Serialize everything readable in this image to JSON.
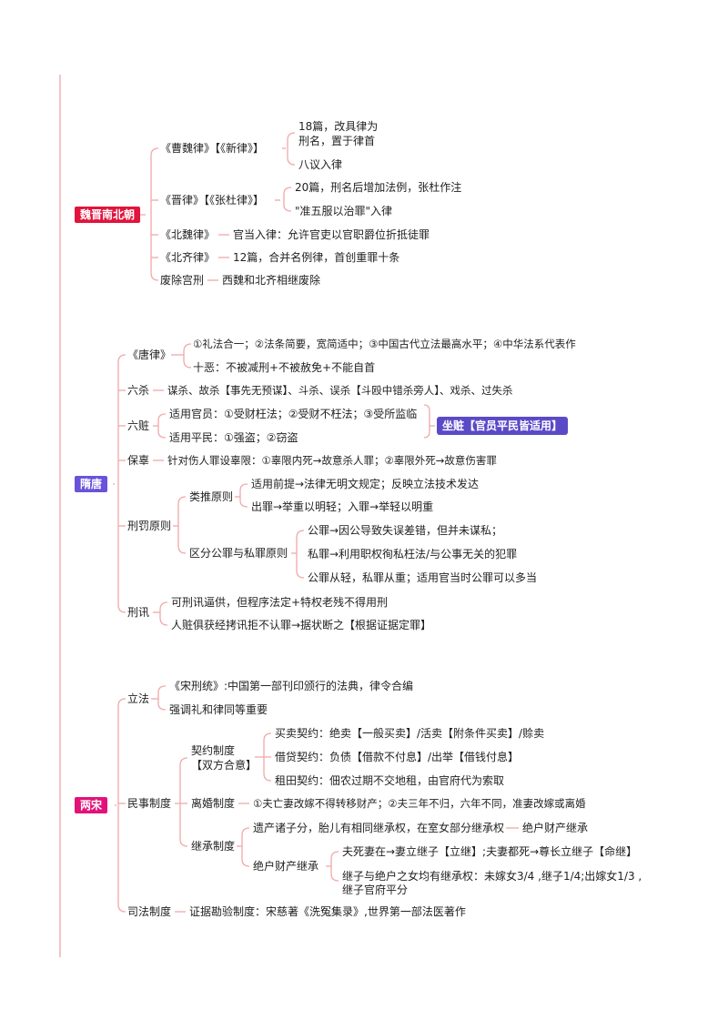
{
  "eras": [
    {
      "label": "魏晋南北朝",
      "color": "#e0143c"
    },
    {
      "label": "隋唐",
      "color": "#6a52d9"
    },
    {
      "label": "两宋",
      "color": "#e2127a"
    }
  ],
  "wj": {
    "caowei": "《曹魏律》【《新律》】",
    "caowei_1a": "18篇，改具律为",
    "caowei_1b": "刑名，置于律首",
    "caowei_2": "八议入律",
    "jin": "《晋律》【《张杜律》】",
    "jin_1": "20篇，刑名后增加法例，张杜作注",
    "jin_2": "\"准五服以治罪\"入律",
    "beiwei": "《北魏律》",
    "beiwei_1": "官当入律：允许官吏以官职爵位折抵徒罪",
    "beiqi": "《北齐律》",
    "beiqi_1": "12篇，合并名例律，首创重罪十条",
    "gongxing": "废除宫刑",
    "gongxing_1": "西魏和北齐相继废除"
  },
  "st": {
    "tanglv": "《唐律》",
    "tanglv_1": "①礼法合一；②法条简要，宽简适中；③中国古代立法最高水平；④中华法系代表作",
    "tanglv_2": "十恶：不被减刑+不被赦免+不能自首",
    "liusha": "六杀",
    "liusha_1": "谋杀、故杀【事先无预谋】、斗杀、误杀【斗殴中错杀旁人】、戏杀、过失杀",
    "liuzang": "六赃",
    "liuzang_1": "适用官员：①受财枉法；②受财不枉法；③受所监临",
    "liuzang_2": "适用平民：①强盗；②窃盗",
    "zuozang": "坐赃【官员平民皆适用】",
    "baogu": "保辜",
    "baogu_1": "针对伤人罪设辜限：①辜限内死→故意杀人罪；②辜限外死→故意伤害罪",
    "xingfa": "刑罚原则",
    "leitui": "类推原则",
    "leitui_1": "适用前提→法律无明文规定；反映立法技术发达",
    "leitui_2": "出罪→举重以明轻；入罪→举轻以明重",
    "qufen": "区分公罪与私罪原则",
    "qufen_1": "公罪→因公导致失误差错，但并未谋私；",
    "qufen_2": "私罪→利用职权徇私枉法/与公事无关的犯罪",
    "qufen_3": "公罪从轻，私罪从重；适用官当时公罪可以多当",
    "xingxun": "刑讯",
    "xingxun_1": "可刑讯逼供，但程序法定+特权老残不得用刑",
    "xingxun_2": "人赃俱获经拷讯拒不认罪→据状断之【根据证据定罪】"
  },
  "ls": {
    "lifa": "立法",
    "lifa_1": "《宋刑统》:中国第一部刊印颁行的法典，律令合编",
    "lifa_2": "强调礼和律同等重要",
    "minshi": "民事制度",
    "qiyue_a": "契约制度",
    "qiyue_b": "【双方合意】",
    "qiyue_1": "买卖契约：绝卖【一般买卖】/活卖【附条件买卖】/赊卖",
    "qiyue_2": "借贷契约：负债【借款不付息】/出举【借钱付息】",
    "qiyue_3": "租田契约：佃农过期不交地租，由官府代为索取",
    "lihun": "离婚制度",
    "lihun_1": "①夫亡妻改嫁不得转移财产；②夫三年不归，六年不同，准妻改嫁或离婚",
    "jicheng": "继承制度",
    "jicheng_1": "遗产诸子分，胎儿有相同继承权，在室女部分继承权",
    "jicheng_1b": "绝户财产继承",
    "juehu": "绝户财产继承",
    "juehu_1": "夫死妻在→妻立继子【立继】;夫妻都死→尊长立继子【命继】",
    "juehu_2a": "继子与绝户之女均有继承权：未嫁女3/4 ,继子1/4;出嫁女1/3 ,",
    "juehu_2b": "继子官府平分",
    "sifa": "司法制度",
    "sifa_1": "证据勘验制度：宋慈著《洗冤集录》,世界第一部法医著作"
  }
}
